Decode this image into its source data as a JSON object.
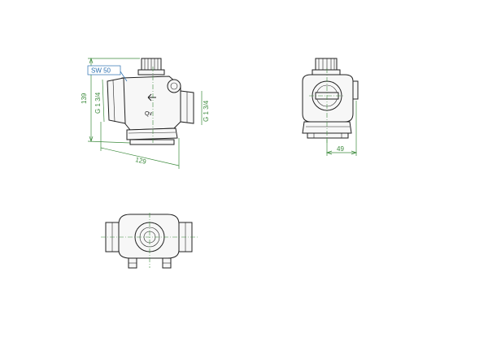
{
  "dimensions": {
    "height": "139",
    "length": "129",
    "depth": "49"
  },
  "threads": {
    "inlet": "G 1 3/4",
    "outlet": "G 1 3/4"
  },
  "callout": {
    "wrench_size": "SW 50"
  },
  "marking": {
    "body_text": "Qv"
  },
  "colors": {
    "dimension_lines": "#3c8a3c",
    "callout": "#2a6fb0",
    "outline": "#222222"
  }
}
